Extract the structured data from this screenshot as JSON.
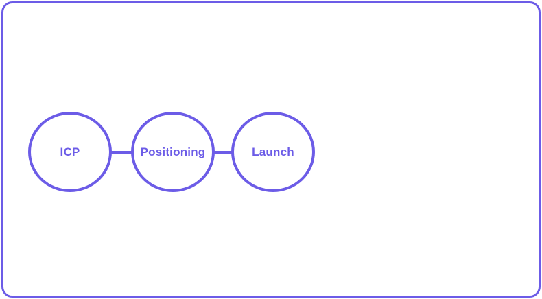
{
  "diagram": {
    "accent_color": "#6C5CE7",
    "nodes": [
      {
        "label": "ICP"
      },
      {
        "label": "Positioning"
      },
      {
        "label": "Launch"
      }
    ]
  }
}
